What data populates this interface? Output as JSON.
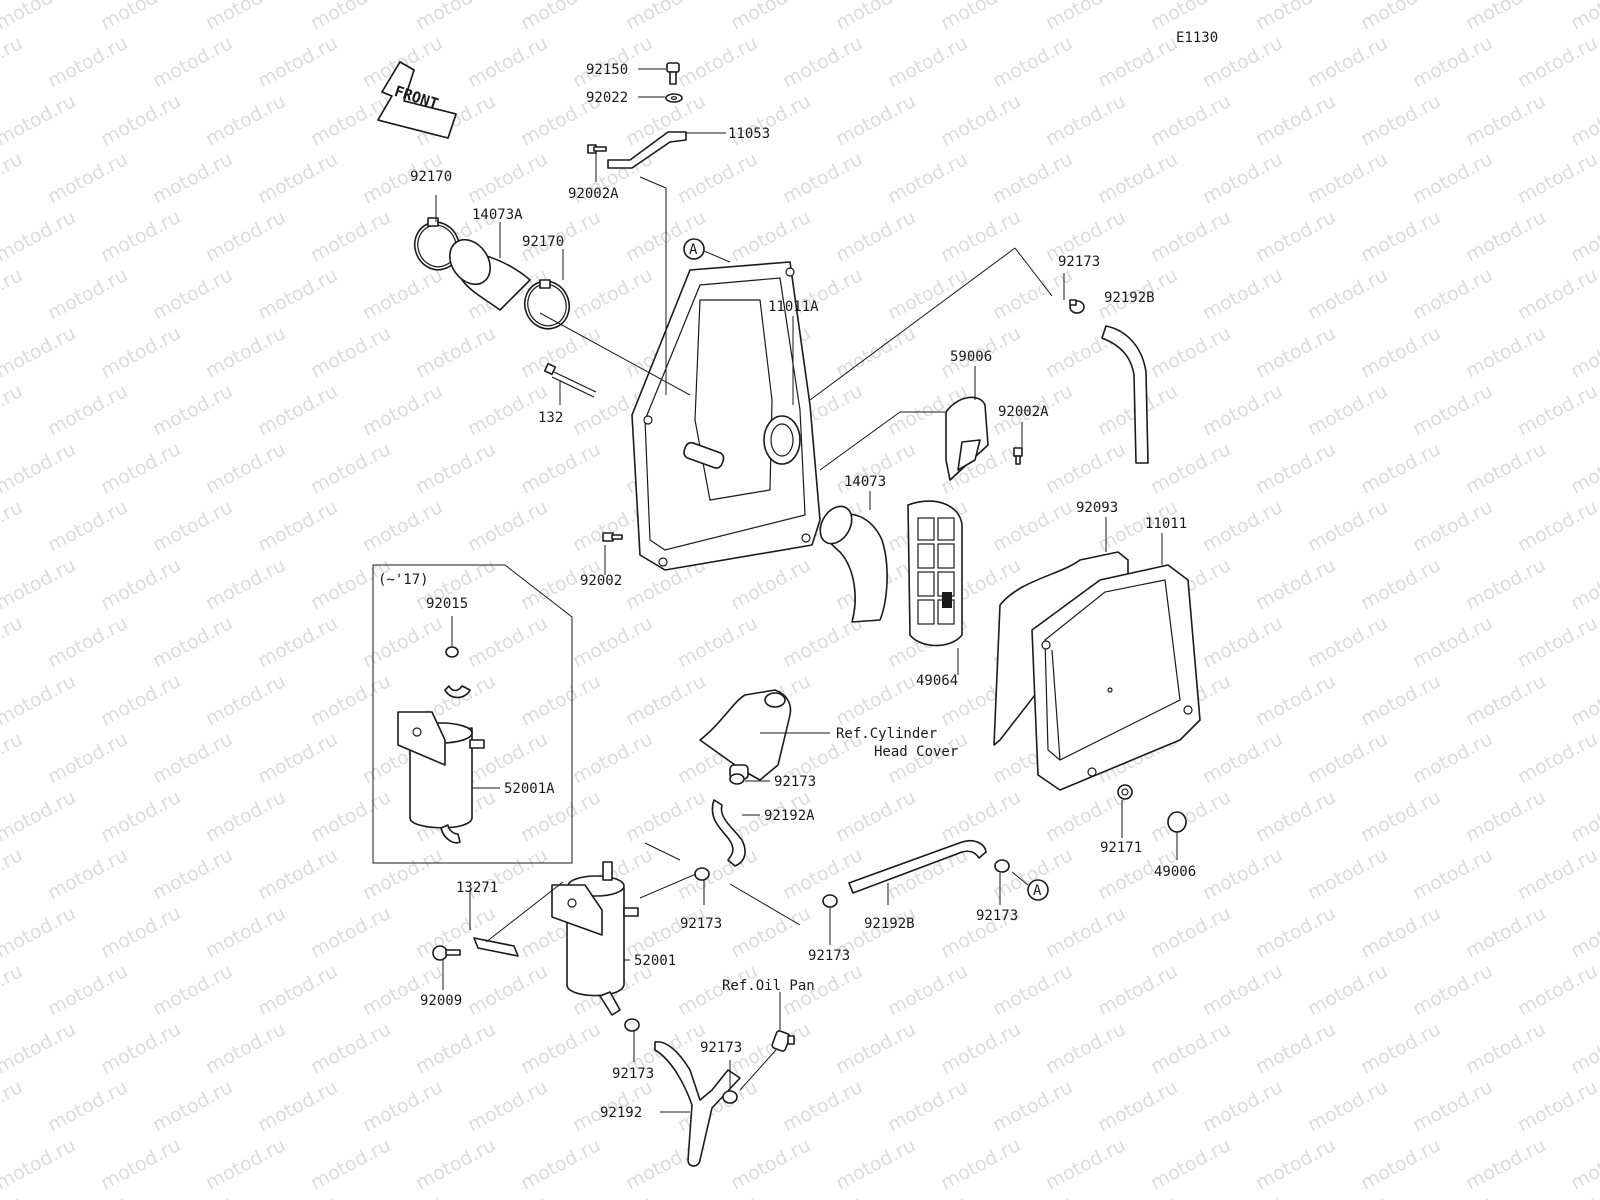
{
  "diagram_code": "E1130",
  "front_label": "FRONT",
  "inset_label": "(~'17)",
  "ref_marker": "A",
  "watermark": "motod.ru",
  "parts": {
    "p92150": "92150",
    "p92022": "92022",
    "p11053": "11053",
    "p92002a_top": "92002A",
    "p92170_a": "92170",
    "p14073a": "14073A",
    "p92170_b": "92170",
    "p11011a": "11011A",
    "p132": "132",
    "p92173_top": "92173",
    "p92192b_top": "92192B",
    "p59006": "59006",
    "p92002a_right": "92002A",
    "p14073": "14073",
    "p92002": "92002",
    "p92093": "92093",
    "p11011": "11011",
    "p49064": "49064",
    "p92015": "92015",
    "p52001a": "52001A",
    "ref_cyl_1": "Ref.Cylinder",
    "ref_cyl_2": "Head Cover",
    "p92173_mid": "92173",
    "p92192a": "92192A",
    "p92171": "92171",
    "p49006": "49006",
    "p13271": "13271",
    "p92173_b1": "92173",
    "p92173_b2": "92173",
    "p92192b_bot": "92192B",
    "p92173_b3": "92173",
    "p52001": "52001",
    "p92009": "92009",
    "ref_oil": "Ref.Oil Pan",
    "p92173_b4": "92173",
    "p92173_b5": "92173",
    "p92192": "92192"
  }
}
